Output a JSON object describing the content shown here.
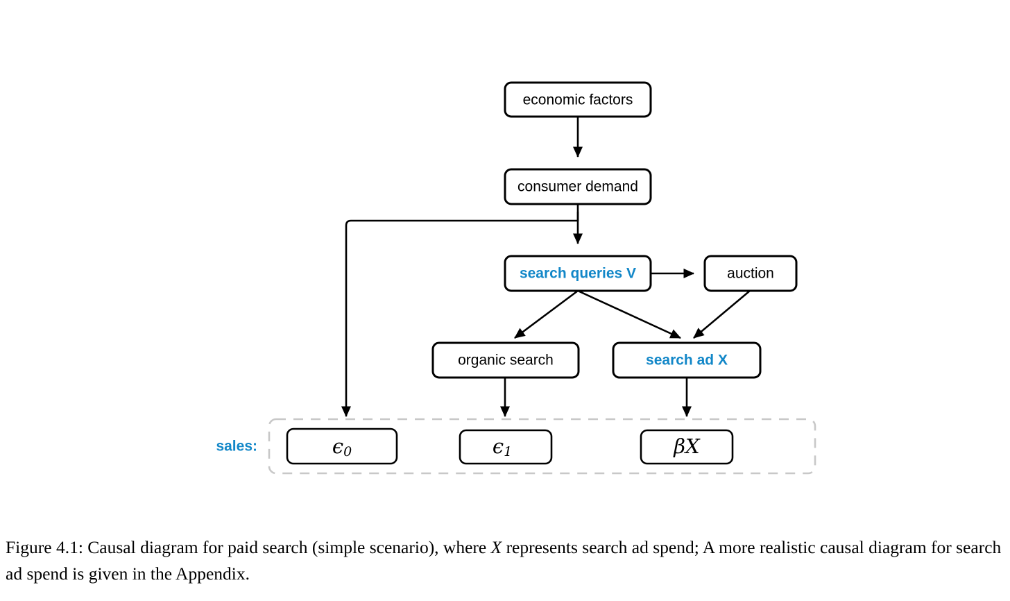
{
  "figure": {
    "accent_color": "#1287c8",
    "text_color": "#000000",
    "group_border_color": "#c8c8c8",
    "caption_prefix": "Figure 4.1:",
    "caption_part1": " Causal diagram for paid search (simple scenario), where ",
    "caption_math1": "X",
    "caption_part2": " represents search ad spend; A more realistic causal diagram for search ad spend is given in the Appendix."
  },
  "nodes": {
    "economic_factors": {
      "label": "economic factors",
      "style": "plain"
    },
    "consumer_demand": {
      "label": "consumer demand",
      "style": "plain"
    },
    "search_queries": {
      "label": "search queries V",
      "style": "accent"
    },
    "auction": {
      "label": "auction",
      "style": "plain"
    },
    "organic_search": {
      "label": "organic search",
      "style": "plain"
    },
    "search_ad": {
      "label": "search ad X",
      "style": "accent"
    }
  },
  "sales_group": {
    "label": "sales:",
    "terms": [
      {
        "base": "ϵ",
        "sub": "0",
        "name": "epsilon-0"
      },
      {
        "base": "ϵ",
        "sub": "1",
        "name": "epsilon-1"
      },
      {
        "base": "βX",
        "sub": "",
        "name": "beta-x"
      }
    ]
  },
  "chart_data": {
    "type": "diagram",
    "title": "Causal diagram for paid search (simple scenario)",
    "nodes": [
      "economic factors",
      "consumer demand",
      "search queries V",
      "auction",
      "organic search",
      "search ad X",
      "ϵ₀",
      "ϵ₁",
      "βX"
    ],
    "edges": [
      [
        "economic factors",
        "consumer demand"
      ],
      [
        "consumer demand",
        "search queries V"
      ],
      [
        "consumer demand",
        "ϵ₀"
      ],
      [
        "search queries V",
        "auction"
      ],
      [
        "search queries V",
        "organic search"
      ],
      [
        "search queries V",
        "search ad X"
      ],
      [
        "auction",
        "search ad X"
      ],
      [
        "organic search",
        "ϵ₁"
      ],
      [
        "search ad X",
        "βX"
      ]
    ],
    "groups": [
      {
        "label": "sales:",
        "members": [
          "ϵ₀",
          "ϵ₁",
          "βX"
        ]
      }
    ]
  }
}
